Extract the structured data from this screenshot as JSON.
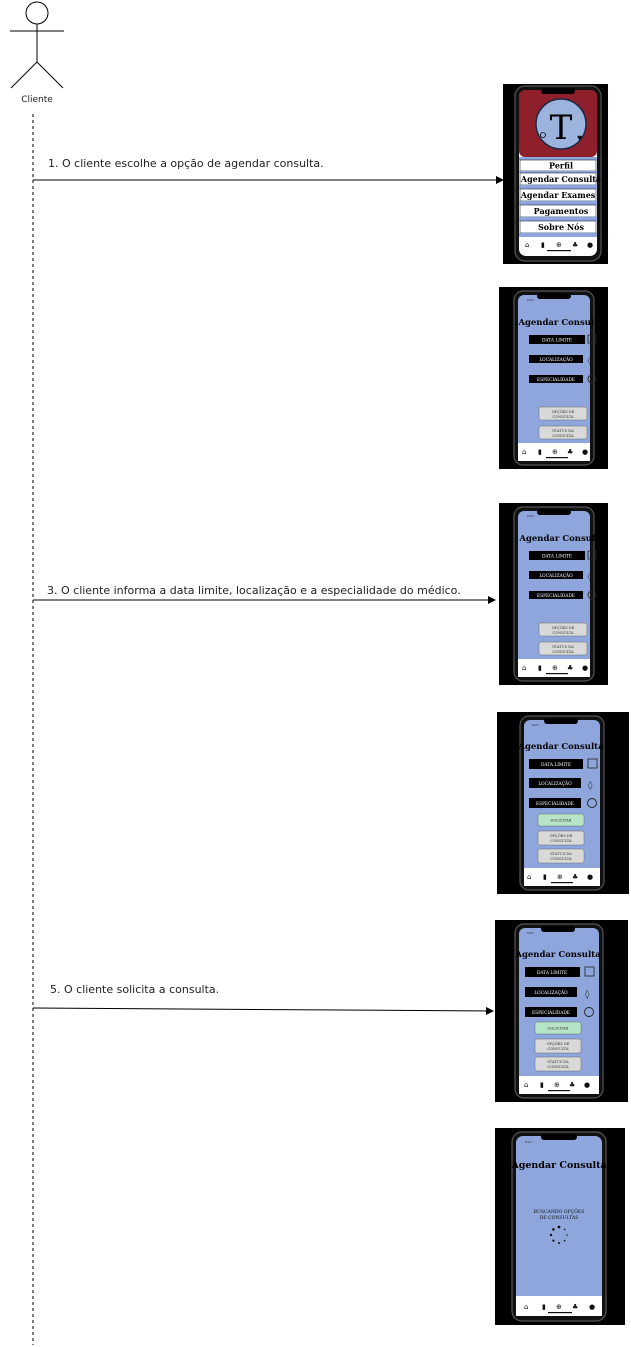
{
  "actor": {
    "label": "Cliente"
  },
  "messages": [
    {
      "text": "1. O cliente escolhe a opção de agendar consulta."
    },
    {
      "text": "3. O cliente informa a data limite, localização e a especialidade do médico."
    },
    {
      "text": "5. O cliente solicita a consulta."
    }
  ],
  "home_screen": {
    "logo_letter": "T",
    "menu": [
      "Perfil",
      "Agendar Consulta",
      "Agendar Exames",
      "Pagamentos",
      "Sobre Nós"
    ]
  },
  "form_screen": {
    "title": "Agendar Consulta",
    "fields": [
      {
        "label": "DATA LIMITE",
        "icon": "calendar-icon"
      },
      {
        "label": "LOCALIZAÇÃO",
        "icon": "location-pin-icon"
      },
      {
        "label": "ESPECIALIDADE",
        "icon": "plus-circle-icon"
      }
    ],
    "request_button": "SOLICITAR",
    "options_button": [
      "OPÇÕES DE",
      "CONSULTA"
    ],
    "status_button": [
      "STATUS DA",
      "CONSULTA"
    ]
  },
  "loading_screen": {
    "title": "Agendar Consulta",
    "message": [
      "BUSCANDO OPÇÕES",
      "DE CONSULTAS"
    ]
  },
  "colors": {
    "screen": "#8ea6dc",
    "request_button": "#b7e4c7",
    "header_red": "#8e1f2b"
  },
  "bottom_bar_icons": [
    "home-icon",
    "test-tube-icon",
    "medical-cross-icon",
    "piggy-bank-icon",
    "user-icon"
  ]
}
